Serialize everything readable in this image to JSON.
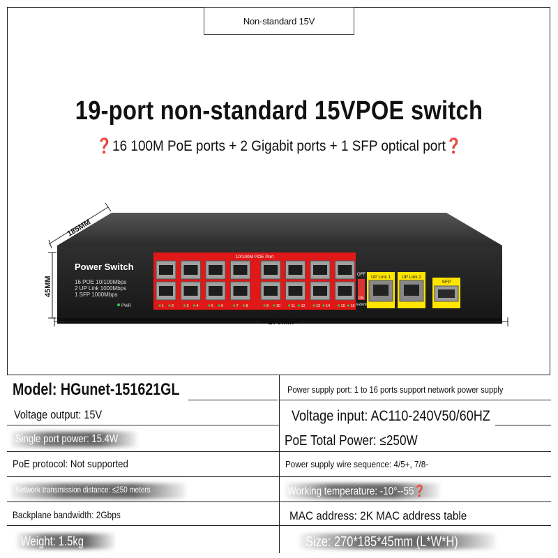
{
  "header": {
    "tag": "Non-standard 15V",
    "title": "19-port non-standard 15VPOE switch",
    "subtitle": "❓16 100M PoE ports + 2 Gigabit ports + 1 SFP optical port❓"
  },
  "device": {
    "brand": "Power Switch",
    "spec_lines": [
      "16 POE 10/100Mbps",
      "2 UP Link 1000Mbps",
      "1 SFP 1000Mbps"
    ],
    "pwr_label": "PWR",
    "poe_panel_label": "10/100M POE Port",
    "port_numbers": [
      "1",
      "2",
      "3",
      "4",
      "5",
      "6",
      "7",
      "8",
      "9",
      "10",
      "11",
      "12",
      "13",
      "14",
      "15",
      "16"
    ],
    "uplink1_label": "UP Link 1",
    "uplink2_label": "UP Link 2",
    "sfp_label": "SFP",
    "switch_off": "OFF",
    "switch_on": "ON",
    "switch_extend": "Extend",
    "dim_depth": "185MM",
    "dim_height": "45MM",
    "dim_width": "270MM",
    "colors": {
      "panel_red": "#e01818",
      "port_green": "#2ecc40",
      "uplink_yellow": "#ffe400",
      "body": "#2a2a2a"
    }
  },
  "specs": {
    "model": "Model: HGunet-151621GL",
    "voltage_output": "Voltage output: 15V",
    "single_port_power": "Single port power: 15.4W",
    "poe_protocol": "PoE protocol: Not supported",
    "network_distance": "Network transmission distance: ≤250 meters",
    "backplane": "Backplane bandwidth: 2Gbps",
    "weight": "Weight: 1.5kg",
    "supply_port": "Power supply port: 1 to 16 ports support network power supply",
    "voltage_input": "Voltage input: AC110-240V50/60HZ",
    "poe_total": "PoE Total Power: ≤250W",
    "wire_sequence": "Power supply wire sequence: 4/5+, 7/8-",
    "working_temp": "Working temperature: -10°--55❓",
    "mac": "MAC address: 2K MAC address table",
    "size": "Size: 270*185*45mm (L*W*H)"
  }
}
